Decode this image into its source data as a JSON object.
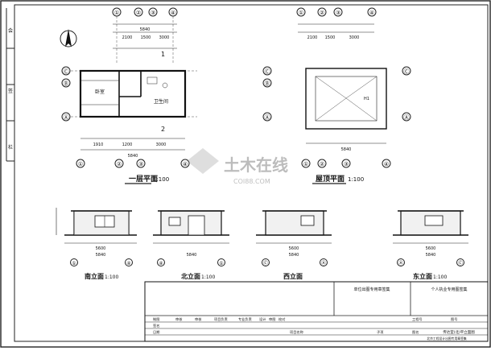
{
  "views": {
    "ground_floor_plan": {
      "title": "一层平面",
      "scale": "1:100"
    },
    "roof_plan": {
      "title": "屋顶平面",
      "scale": "1:100"
    },
    "south_elevation": {
      "title": "南立面",
      "scale": "1:100"
    },
    "north_elevation": {
      "title": "北立面",
      "scale": "1:100"
    },
    "west_elevation": {
      "title": "西立面",
      "scale": ""
    },
    "east_elevation": {
      "title": "东立面",
      "scale": "1:100"
    }
  },
  "axis_labels": {
    "plan_cols": [
      "①",
      "②",
      "③",
      "④"
    ],
    "plan_rows": [
      "Ⓐ",
      "Ⓑ",
      "Ⓒ"
    ],
    "elev_ends": [
      "①",
      "④",
      "Ⓐ",
      "Ⓒ"
    ]
  },
  "dimensions": {
    "plan_total": "5840",
    "plan_parts": [
      "2100",
      "1500",
      "3000"
    ],
    "plan_bottom": [
      "1910",
      "1200",
      "3000"
    ],
    "elev_width": "5840",
    "elev_part": "5600"
  },
  "rooms": {
    "bedroom": "卧室",
    "toilet": "卫生间"
  },
  "markers": {
    "section": "1",
    "section2": "2",
    "roof_drain": "H1"
  },
  "watermark": {
    "brand": "土木在线",
    "url": "COI88.COM"
  },
  "title_block": {
    "project": "个人执业专用图签集",
    "company": "单位出图专用章签集",
    "drawing_no_label": "图号",
    "drawing_title": "传达室(北)平立面图",
    "project_no_label": "工程号",
    "sheet_name_label": "图名",
    "design_firm": "北京工程设计出图专用章签集",
    "row1": [
      "制图",
      "审核",
      "审核",
      "项目负责",
      "专业负责",
      "设计",
      "审图",
      "校对"
    ],
    "row2": [
      "签名",
      "签名"
    ],
    "row3": [
      "日期",
      "项目名称"
    ],
    "row4": [
      "子项"
    ]
  },
  "left_strip": [
    "会",
    "签",
    "栏"
  ]
}
